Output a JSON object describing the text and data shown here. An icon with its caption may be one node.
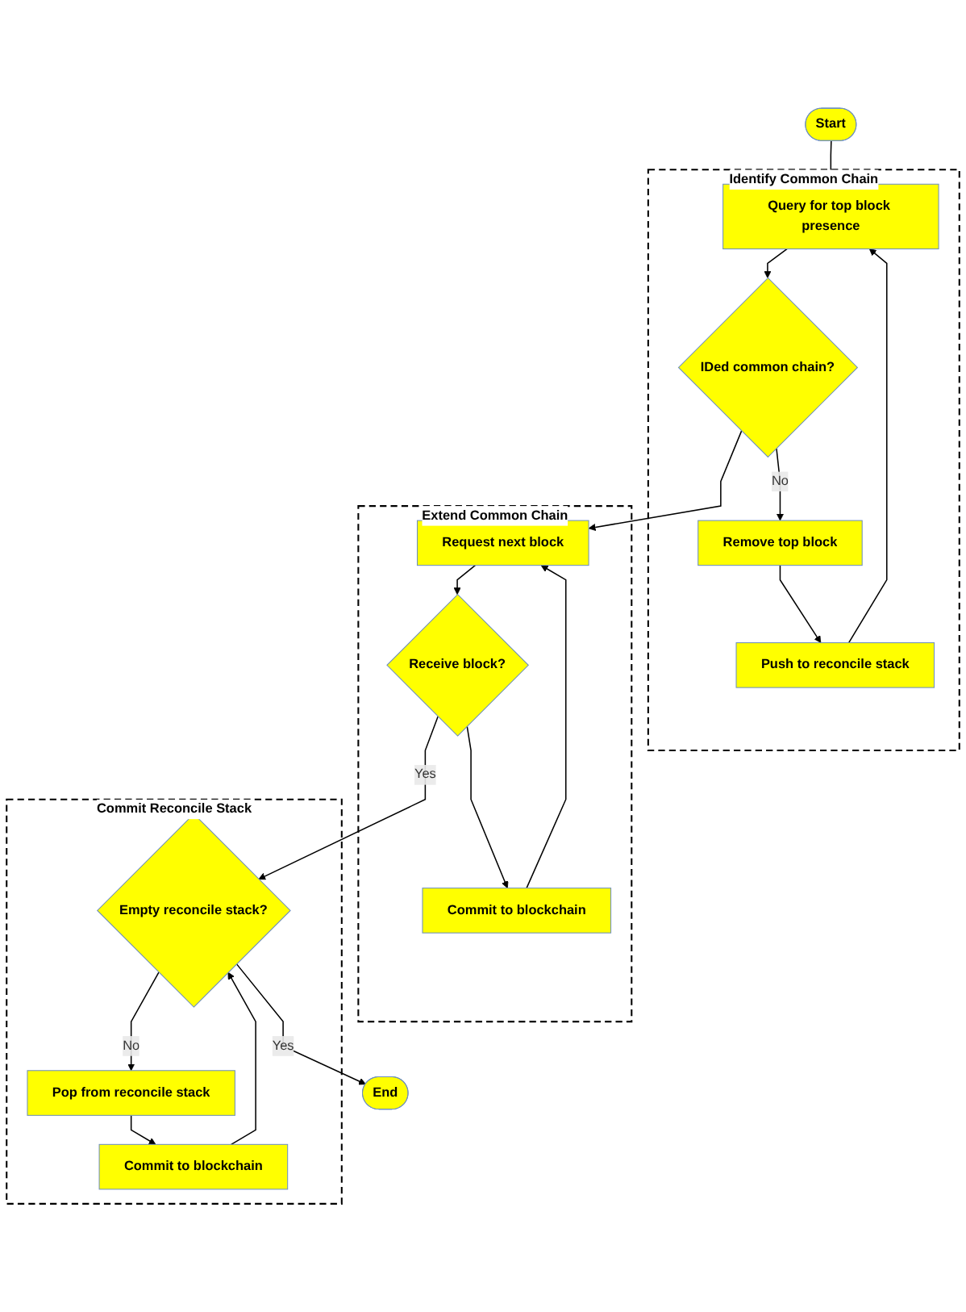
{
  "diagram": {
    "nodes": [
      {
        "text": [
          "Start"
        ]
      },
      {
        "text": [
          "Identify Common Chain"
        ]
      },
      {
        "text": [
          "Query for top block presence"
        ],
        "in": 1
      },
      {
        "text": [
          "Push to reconcile stack"
        ],
        "in": 1
      },
      {
        "text": [
          "IDed common chain?"
        ],
        "in": 1
      },
      {
        "text": [
          "Remove top block"
        ],
        "in": 1
      },
      {
        "text": [
          "Extend Common Chain"
        ]
      },
      {
        "text": [
          "Request next block"
        ],
        "in": 6
      },
      {
        "text": [
          "Receive block?"
        ],
        "in": 6
      },
      {
        "text": [
          "Commit to blockchain"
        ],
        "in": 6
      },
      {
        "text": [
          "Commit Reconcile Stack"
        ]
      },
      {
        "text": [
          "Empty reconcile stack?"
        ],
        "in": 10
      },
      {
        "text": [
          "Commit to blockchain"
        ],
        "in": 10
      },
      {
        "text": [
          "Pop from reconcile stack"
        ],
        "in": 10
      },
      {
        "text": [
          "End"
        ]
      }
    ],
    "edges": [
      {
        "from": 0,
        "to": 2,
        "arrow": "to"
      },
      {
        "from": 2,
        "to": 4,
        "arrow": "to"
      },
      {
        "from": 4,
        "to": 5,
        "label": "No",
        "arrow": "to"
      },
      {
        "from": 5,
        "to": 3,
        "arrow": "to"
      },
      {
        "from": 3,
        "to": 2,
        "arrow": "to"
      },
      {
        "from": 4,
        "to": 7,
        "arrow": "to"
      },
      {
        "from": 7,
        "to": 8,
        "arrow": "to"
      },
      {
        "from": 8,
        "to": 9,
        "arrow": "to"
      },
      {
        "from": 9,
        "to": 7,
        "arrow": "to"
      },
      {
        "from": 8,
        "to": 11,
        "label": "Yes",
        "arrow": "to"
      },
      {
        "from": 12,
        "to": 11,
        "arrow": "to"
      },
      {
        "from": 11,
        "to": 13,
        "label": "No",
        "arrow": "to"
      },
      {
        "from": 13,
        "to": 12,
        "arrow": "to"
      },
      {
        "from": 11,
        "to": 14,
        "label": "Yes",
        "arrow": "to"
      }
    ]
  }
}
